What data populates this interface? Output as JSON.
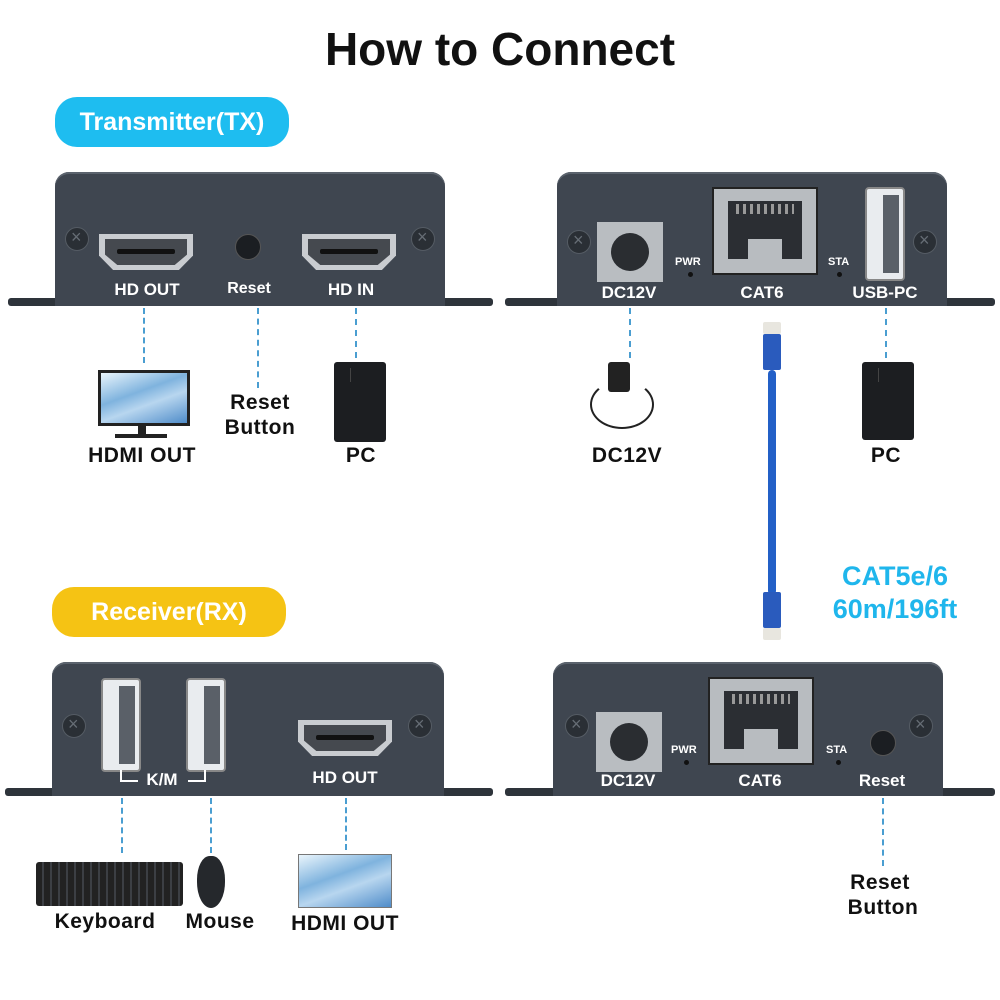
{
  "title": "How to Connect",
  "transmitter": {
    "badge": "Transmitter(TX)",
    "badge_color": "#1ebdf0",
    "front_ports": [
      "HD OUT",
      "Reset",
      "HD IN"
    ],
    "back_ports": [
      "DC12V",
      "CAT6",
      "USB-PC"
    ],
    "back_leds": [
      "PWR",
      "STA"
    ],
    "front_devices": {
      "monitor": "HDMI OUT",
      "reset": "Reset\nButton",
      "reset_line1": "Reset",
      "reset_line2": "Button",
      "pc": "PC"
    },
    "back_devices": {
      "adapter": "DC12V",
      "pc": "PC"
    }
  },
  "cable": {
    "type_label": "CAT5e/6",
    "length_label": "60m/196ft",
    "color": "#1fb6ec"
  },
  "receiver": {
    "badge": "Receiver(RX)",
    "badge_color": "#f5c314",
    "front_ports": [
      "K/M",
      "HD OUT"
    ],
    "back_ports": [
      "DC12V",
      "CAT6",
      "Reset"
    ],
    "back_leds": [
      "PWR",
      "STA"
    ],
    "front_devices": {
      "keyboard": "Keyboard",
      "mouse": "Mouse",
      "tv": "HDMI OUT"
    },
    "back_devices": {
      "reset_line1": "Reset",
      "reset_line2": "Button"
    }
  }
}
